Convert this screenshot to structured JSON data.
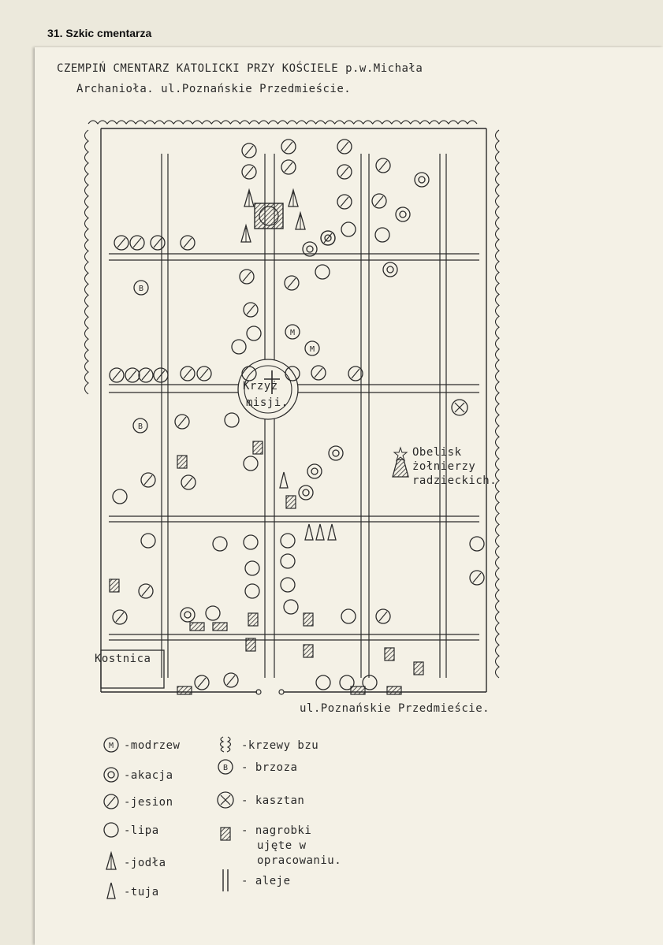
{
  "caption": "31. Szkic cmentarza",
  "title": {
    "line1": "CZEMPIŃ CMENTARZ KATOLICKI PRZY KOŚCIELE p.w.Michała",
    "line2": "Archanioła. ul.Poznańskie Przedmieście."
  },
  "street_label": "ul.Poznańskie Przedmieście.",
  "labels": {
    "cross": [
      "Krzyż",
      "misji."
    ],
    "obelisk": [
      "Obelisk",
      "żołnierzy",
      "radzieckich."
    ],
    "chapel": "Kostnica"
  },
  "legend": [
    {
      "symbol": "modrzew",
      "mark": "M",
      "text": "-modrzew"
    },
    {
      "symbol": "akacja",
      "text": "-akacja"
    },
    {
      "symbol": "jesion",
      "text": "-jesion"
    },
    {
      "symbol": "lipa",
      "text": "-lipa"
    },
    {
      "symbol": "jodla",
      "text": "-jodła"
    },
    {
      "symbol": "tuja",
      "text": "-tuja"
    },
    {
      "symbol": "bez",
      "text": "-krzewy bzu"
    },
    {
      "symbol": "brzoza",
      "mark": "B",
      "text": "- brzoza"
    },
    {
      "symbol": "kasztan",
      "text": "- kasztan"
    },
    {
      "symbol": "grave",
      "text": [
        "- nagrobki",
        "ujęte w",
        "opracowaniu."
      ]
    },
    {
      "symbol": "aleja",
      "text": "- aleje"
    }
  ],
  "colors": {
    "ink": "#2b2b2b",
    "paper": "#f4f1e6"
  }
}
